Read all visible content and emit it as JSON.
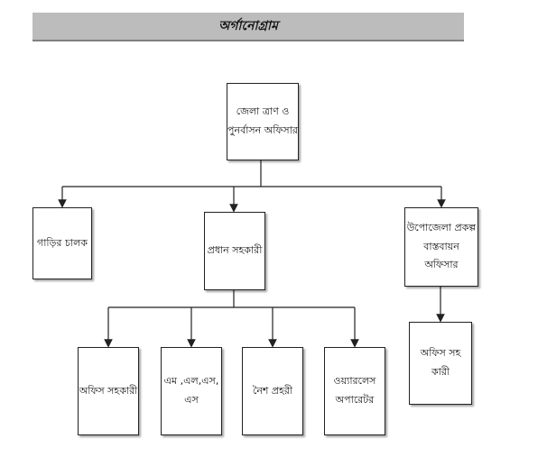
{
  "header": {
    "title": "অর্গানোগ্রাম"
  },
  "nodes": {
    "district_officer": "জেলা ত্রাণ ও\nপুনর্বাসন অফিসার",
    "driver": "গাড়ির চালক",
    "head_assistant": "প্রধান সহকারী",
    "upazila_pio": "উপোজেলা প্রকল্প\nবাস্তবায়ন অফিসার",
    "office_assistant": "অফিস সহকারী",
    "mlss": "এম ,এল,এস, এস",
    "night_guard": "নৈশ প্রহরী",
    "wireless_operator": "ওয়্যারলেস\nঅপারেটর",
    "office_assistant_2": "অফিস সহ কারী"
  },
  "colors": {
    "header_bg": "#bcbcbc",
    "line": "#222222"
  }
}
